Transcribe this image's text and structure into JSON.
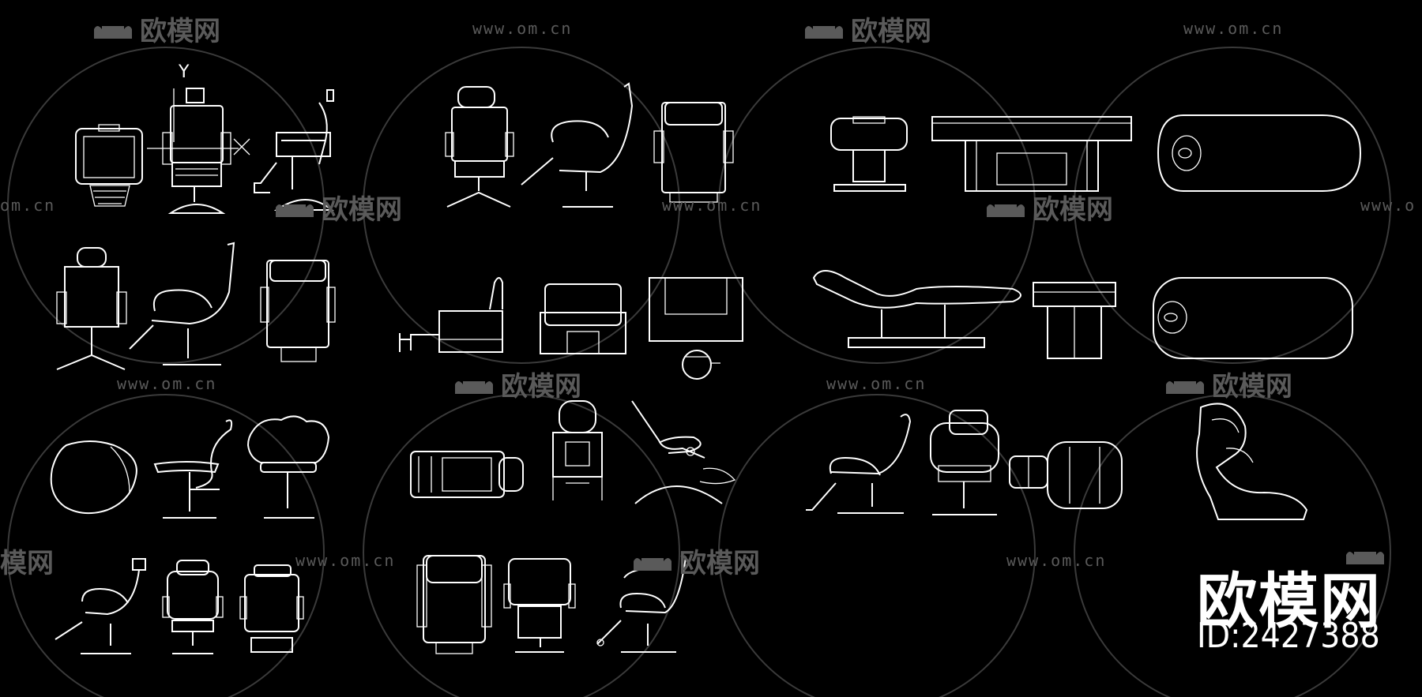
{
  "watermark": {
    "url": "www.om.cn",
    "url_cut_left": "om.cn",
    "url_cut_right": "www.o",
    "logo": "欧模网",
    "logo_cut": "模网"
  },
  "brand": {
    "name": "欧模网",
    "id": "ID:2427388"
  },
  "colors": {
    "background": "#000000",
    "line": "#ffffff",
    "watermark": "#5a5a5a"
  }
}
